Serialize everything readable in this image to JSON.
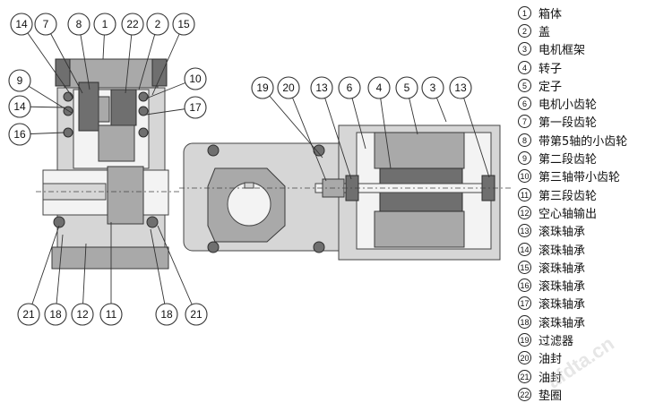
{
  "figure": {
    "left_view_callouts_top": [
      "14",
      "7",
      "8",
      "1",
      "22",
      "2",
      "15"
    ],
    "left_view_callouts_left": [
      "9",
      "14",
      "16"
    ],
    "left_view_callouts_right": [
      "10",
      "17"
    ],
    "left_view_callouts_bottom": [
      "21",
      "18",
      "12",
      "11",
      "18",
      "21"
    ],
    "right_view_callouts_top": [
      "19",
      "20",
      "13",
      "6",
      "4",
      "5",
      "3",
      "13"
    ]
  },
  "legend": [
    {
      "num": "1",
      "label": "箱体"
    },
    {
      "num": "2",
      "label": "盖"
    },
    {
      "num": "3",
      "label": "电机框架"
    },
    {
      "num": "4",
      "label": "转子"
    },
    {
      "num": "5",
      "label": "定子"
    },
    {
      "num": "6",
      "label": "电机小齿轮"
    },
    {
      "num": "7",
      "label": "第一段齿轮"
    },
    {
      "num": "8",
      "label": "带第5轴的小齿轮"
    },
    {
      "num": "9",
      "label": "第二段齿轮"
    },
    {
      "num": "10",
      "label": "第三轴带小齿轮"
    },
    {
      "num": "11",
      "label": "第三段齿轮"
    },
    {
      "num": "12",
      "label": "空心轴输出"
    },
    {
      "num": "13",
      "label": "滚珠轴承"
    },
    {
      "num": "14",
      "label": "滚珠轴承"
    },
    {
      "num": "15",
      "label": "滚珠轴承"
    },
    {
      "num": "16",
      "label": "滚珠轴承"
    },
    {
      "num": "17",
      "label": "滚珠轴承"
    },
    {
      "num": "18",
      "label": "滚珠轴承"
    },
    {
      "num": "19",
      "label": "过滤器"
    },
    {
      "num": "20",
      "label": "油封"
    },
    {
      "num": "21",
      "label": "油封"
    },
    {
      "num": "22",
      "label": "垫圈"
    }
  ],
  "watermark": "afdta.cn"
}
